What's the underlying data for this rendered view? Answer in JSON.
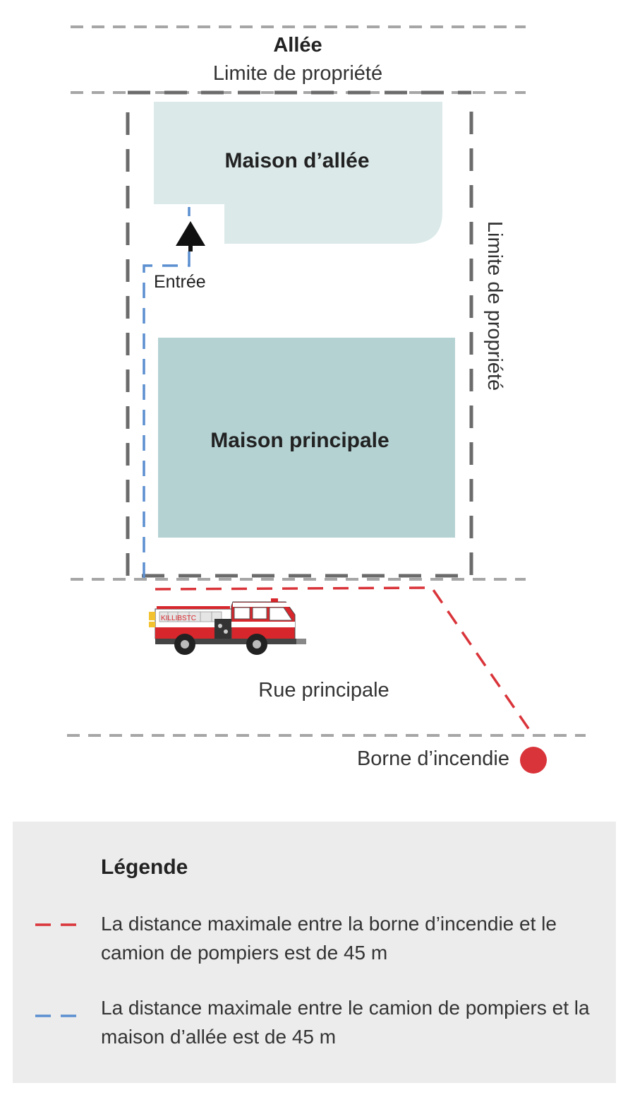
{
  "labels": {
    "alley": "Allée",
    "top_property_line": "Limite de propriété",
    "side_property_line": "Limite de propriété",
    "lane_house": "Maison d’allée",
    "main_house": "Maison principale",
    "entrance": "Entrée",
    "main_street": "Rue principale",
    "hydrant": "Borne d’incendie"
  },
  "legend": {
    "title": "Légende",
    "items": [
      {
        "line_style": "dashed",
        "color": "#d9343a",
        "text": "La distance maximale entre la borne d’incendie et le camion de pompiers est de 45 m"
      },
      {
        "line_style": "dashed",
        "color": "#5b8fd0",
        "text": "La distance maximale entre le camion de pompiers et la maison d’allée est de 45 m"
      }
    ]
  },
  "truck": {
    "lettering": "KILLIBSTC"
  },
  "colors": {
    "property_line": "#6b6b6b",
    "street_line": "#a6a6a6",
    "lane_house_fill": "#dbe9e9",
    "main_house_fill": "#b5d2d3",
    "hydrant_route": "#d9343a",
    "access_route": "#5b8fd0",
    "hydrant_fill": "#d9343a",
    "legend_background": "#ececec",
    "truck_red": "#d7262c"
  },
  "icons": {
    "entrance_arrow": "arrow-up-icon",
    "hydrant": "hydrant-dot-icon",
    "truck": "fire-truck-icon"
  }
}
